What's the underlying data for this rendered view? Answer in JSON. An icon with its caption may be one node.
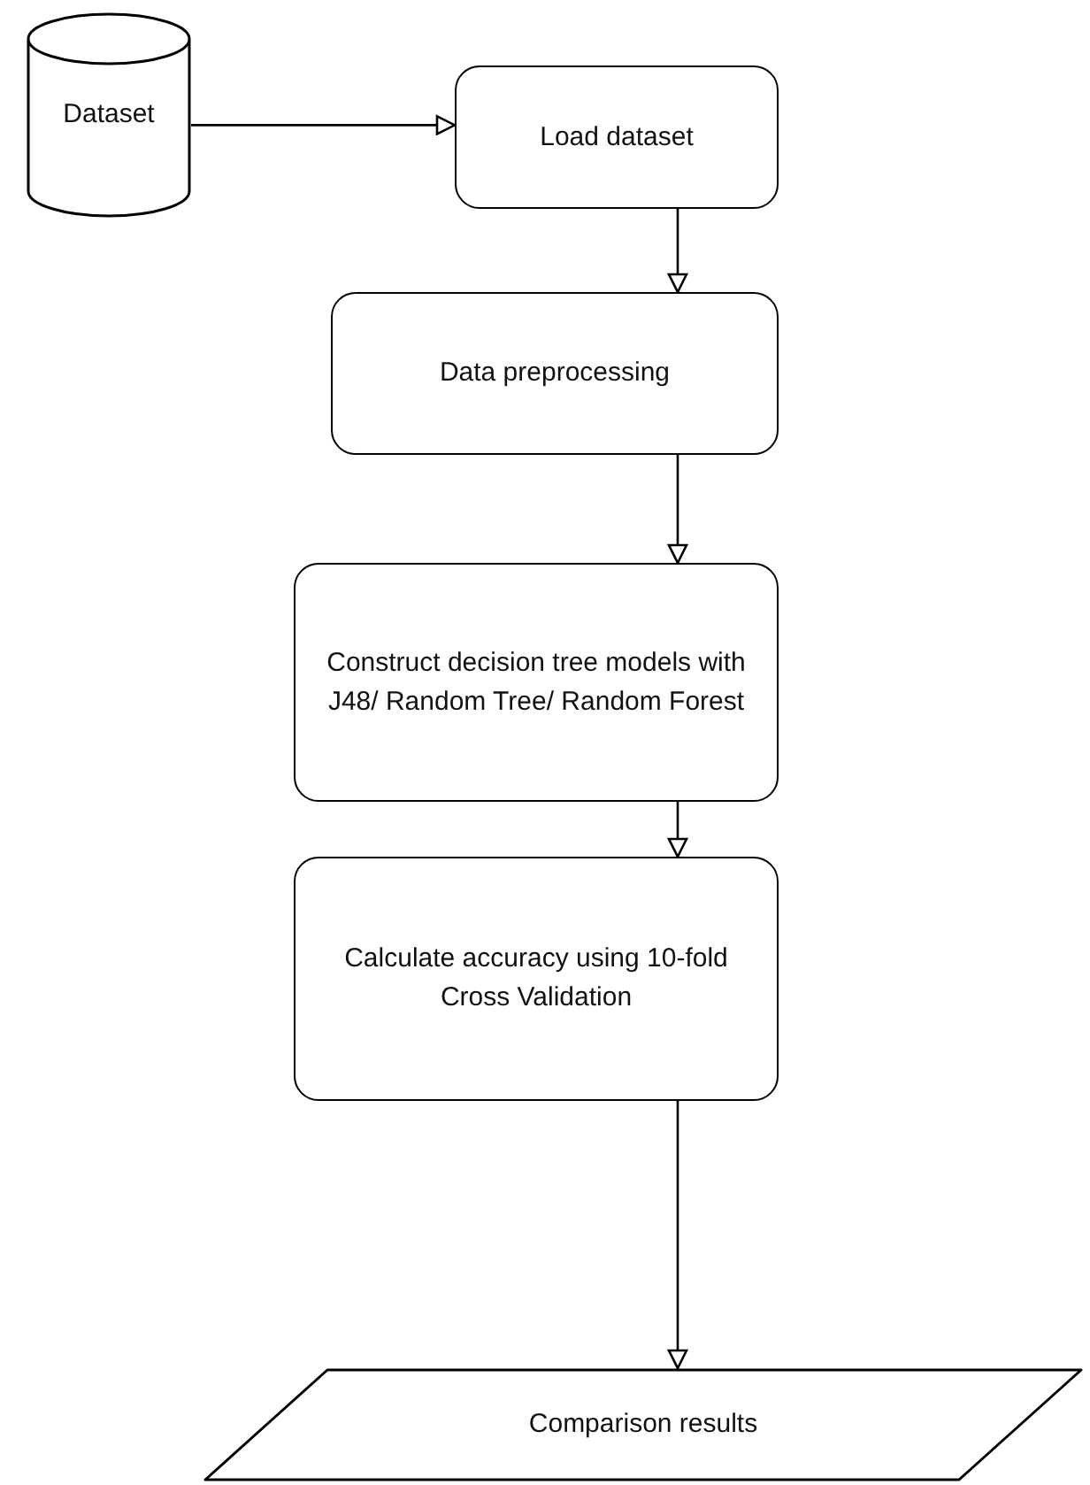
{
  "diagram": {
    "nodes": [
      {
        "text": [
          "Dataset"
        ]
      },
      {
        "text": [
          "Load dataset"
        ]
      },
      {
        "text": [
          "Data preprocessing"
        ]
      },
      {
        "text": [
          "Construct decision tree models with J48/ Random Tree/ Random Forest"
        ]
      },
      {
        "text": [
          "Calculate accuracy using 10-fold Cross Validation"
        ]
      },
      {
        "text": [
          "Comparison results"
        ]
      }
    ],
    "edges": [
      {
        "from": 0,
        "to": 1,
        "arrow": "to"
      },
      {
        "from": 1,
        "to": 2,
        "arrow": "to"
      },
      {
        "from": 2,
        "to": 3,
        "arrow": "to"
      },
      {
        "from": 3,
        "to": 4,
        "arrow": "to"
      },
      {
        "from": 4,
        "to": 5,
        "arrow": "to"
      }
    ]
  }
}
